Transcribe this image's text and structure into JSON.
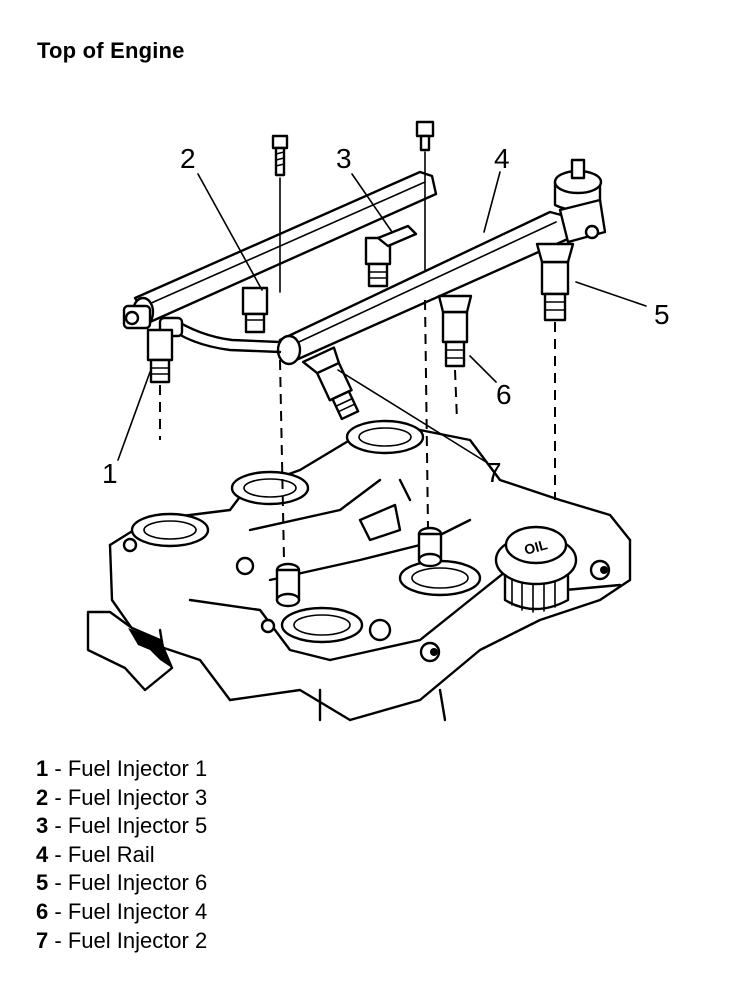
{
  "title": "Top of Engine",
  "callouts": [
    "1",
    "2",
    "3",
    "4",
    "5",
    "6",
    "7"
  ],
  "legend": [
    {
      "num": "1",
      "sep": " - ",
      "text": "Fuel Injector 1"
    },
    {
      "num": "2",
      "sep": " - ",
      "text": "Fuel Injector 3"
    },
    {
      "num": "3",
      "sep": " - ",
      "text": "Fuel Injector 5"
    },
    {
      "num": "4",
      "sep": " - ",
      "text": "Fuel Rail"
    },
    {
      "num": "5",
      "sep": " - ",
      "text": "Fuel Injector 6"
    },
    {
      "num": "6",
      "sep": " - ",
      "text": "Fuel Injector 4"
    },
    {
      "num": "7",
      "sep": " - ",
      "text": "Fuel Injector 2"
    }
  ],
  "oil_cap_label": "OIL"
}
